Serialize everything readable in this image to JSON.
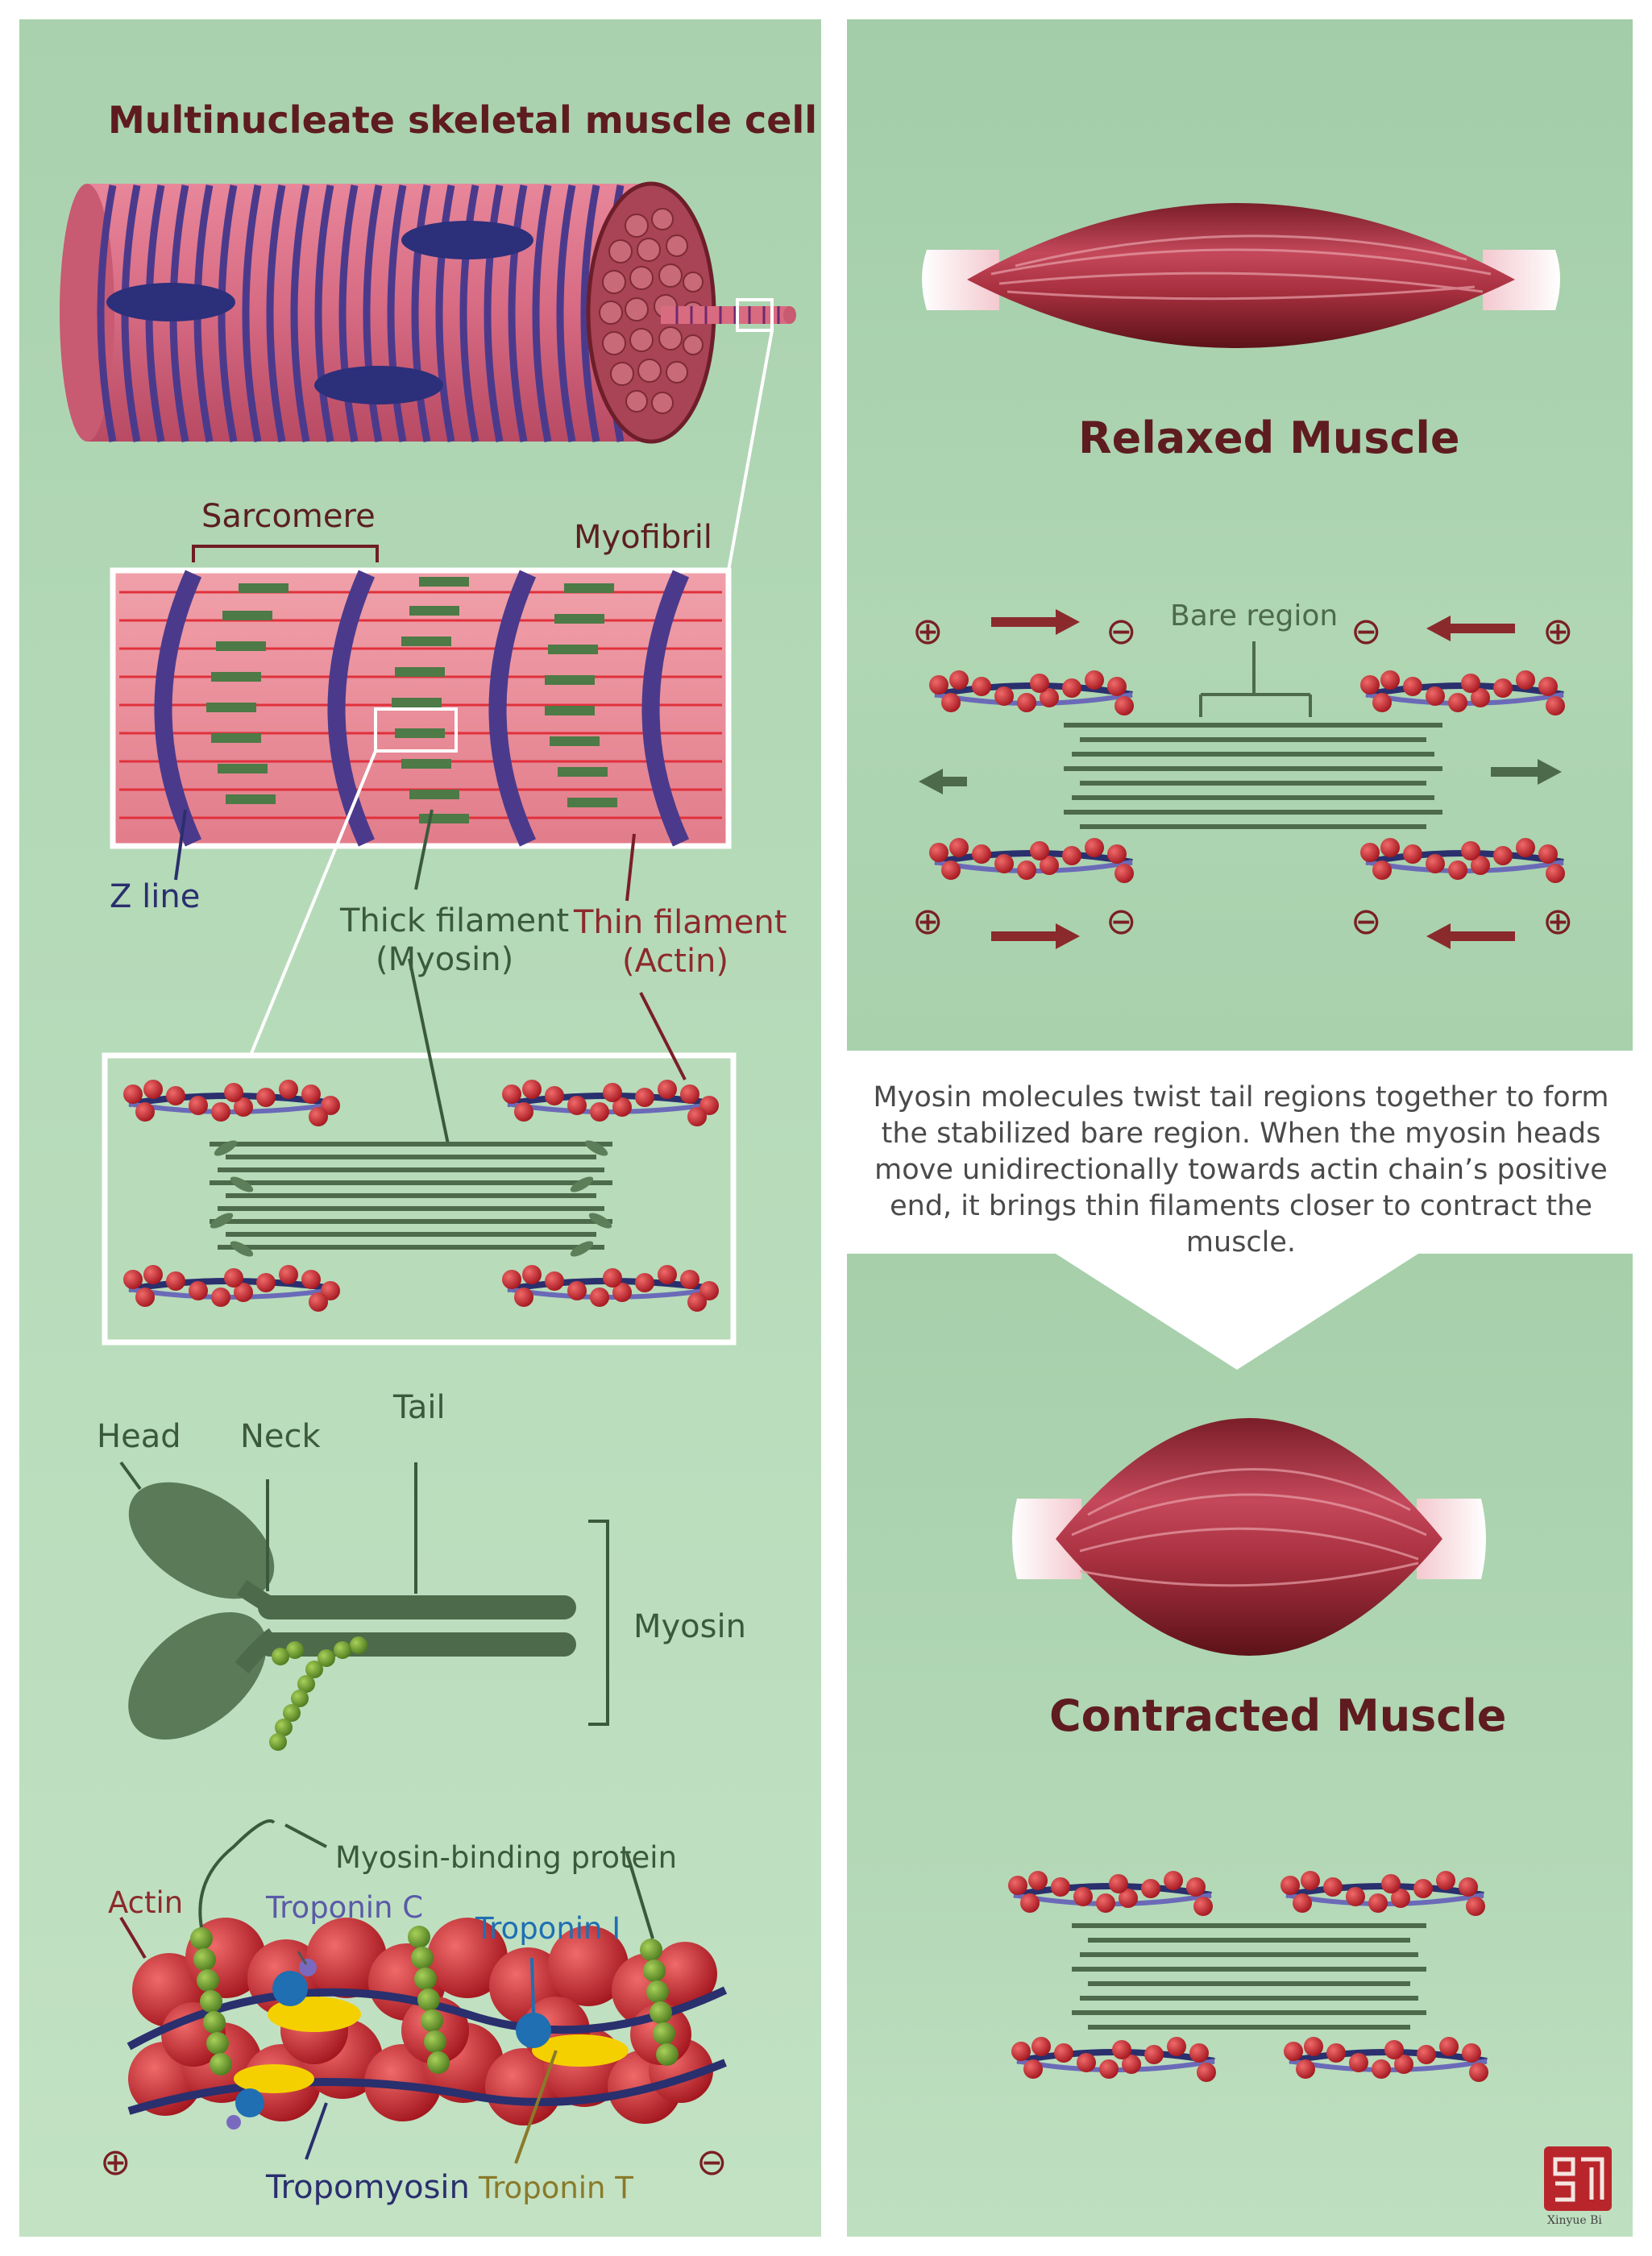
{
  "left": {
    "title": "Multinucleate skeletal muscle cell",
    "sarcomere": "Sarcomere",
    "myofibril": "Myofibril",
    "z_line": "Z line",
    "thick_filament": "Thick filament",
    "thick_filament_sub": "(Myosin)",
    "thin_filament": "Thin filament",
    "thin_filament_sub": "(Actin)",
    "myosin_parts": {
      "head": "Head",
      "neck": "Neck",
      "tail": "Tail",
      "myosin": "Myosin"
    },
    "proteins": {
      "myosin_binding": "Myosin-binding protein",
      "actin": "Actin",
      "troponin_c": "Troponin C",
      "troponin_i": "Troponin I",
      "tropomyosin": "Tropomyosin",
      "troponin_t": "Troponin T"
    },
    "plus": "⊕",
    "minus": "⊖"
  },
  "right": {
    "relaxed": "Relaxed Muscle",
    "bare_region": "Bare region",
    "note": "Myosin molecules twist tail regions together to form the stabilized bare region. When the myosin heads move unidirectionally towards actin chain’s positive end, it brings thin filaments closer to contract the muscle.",
    "contracted": "Contracted Muscle",
    "signature": "Xinyue Bi",
    "plus": "⊕",
    "minus": "⊖"
  },
  "colors": {
    "panel_green": "#b0d6b3",
    "title_maroon": "#5e1c20",
    "actin_red": "#c0282e",
    "myosin_green": "#4d6b4a",
    "z_line_purple": "#4a3a8a",
    "tropomyosin_navy": "#2a2f6e",
    "troponin_yellow": "#f5d000",
    "troponin_blue": "#1f6fb2"
  }
}
